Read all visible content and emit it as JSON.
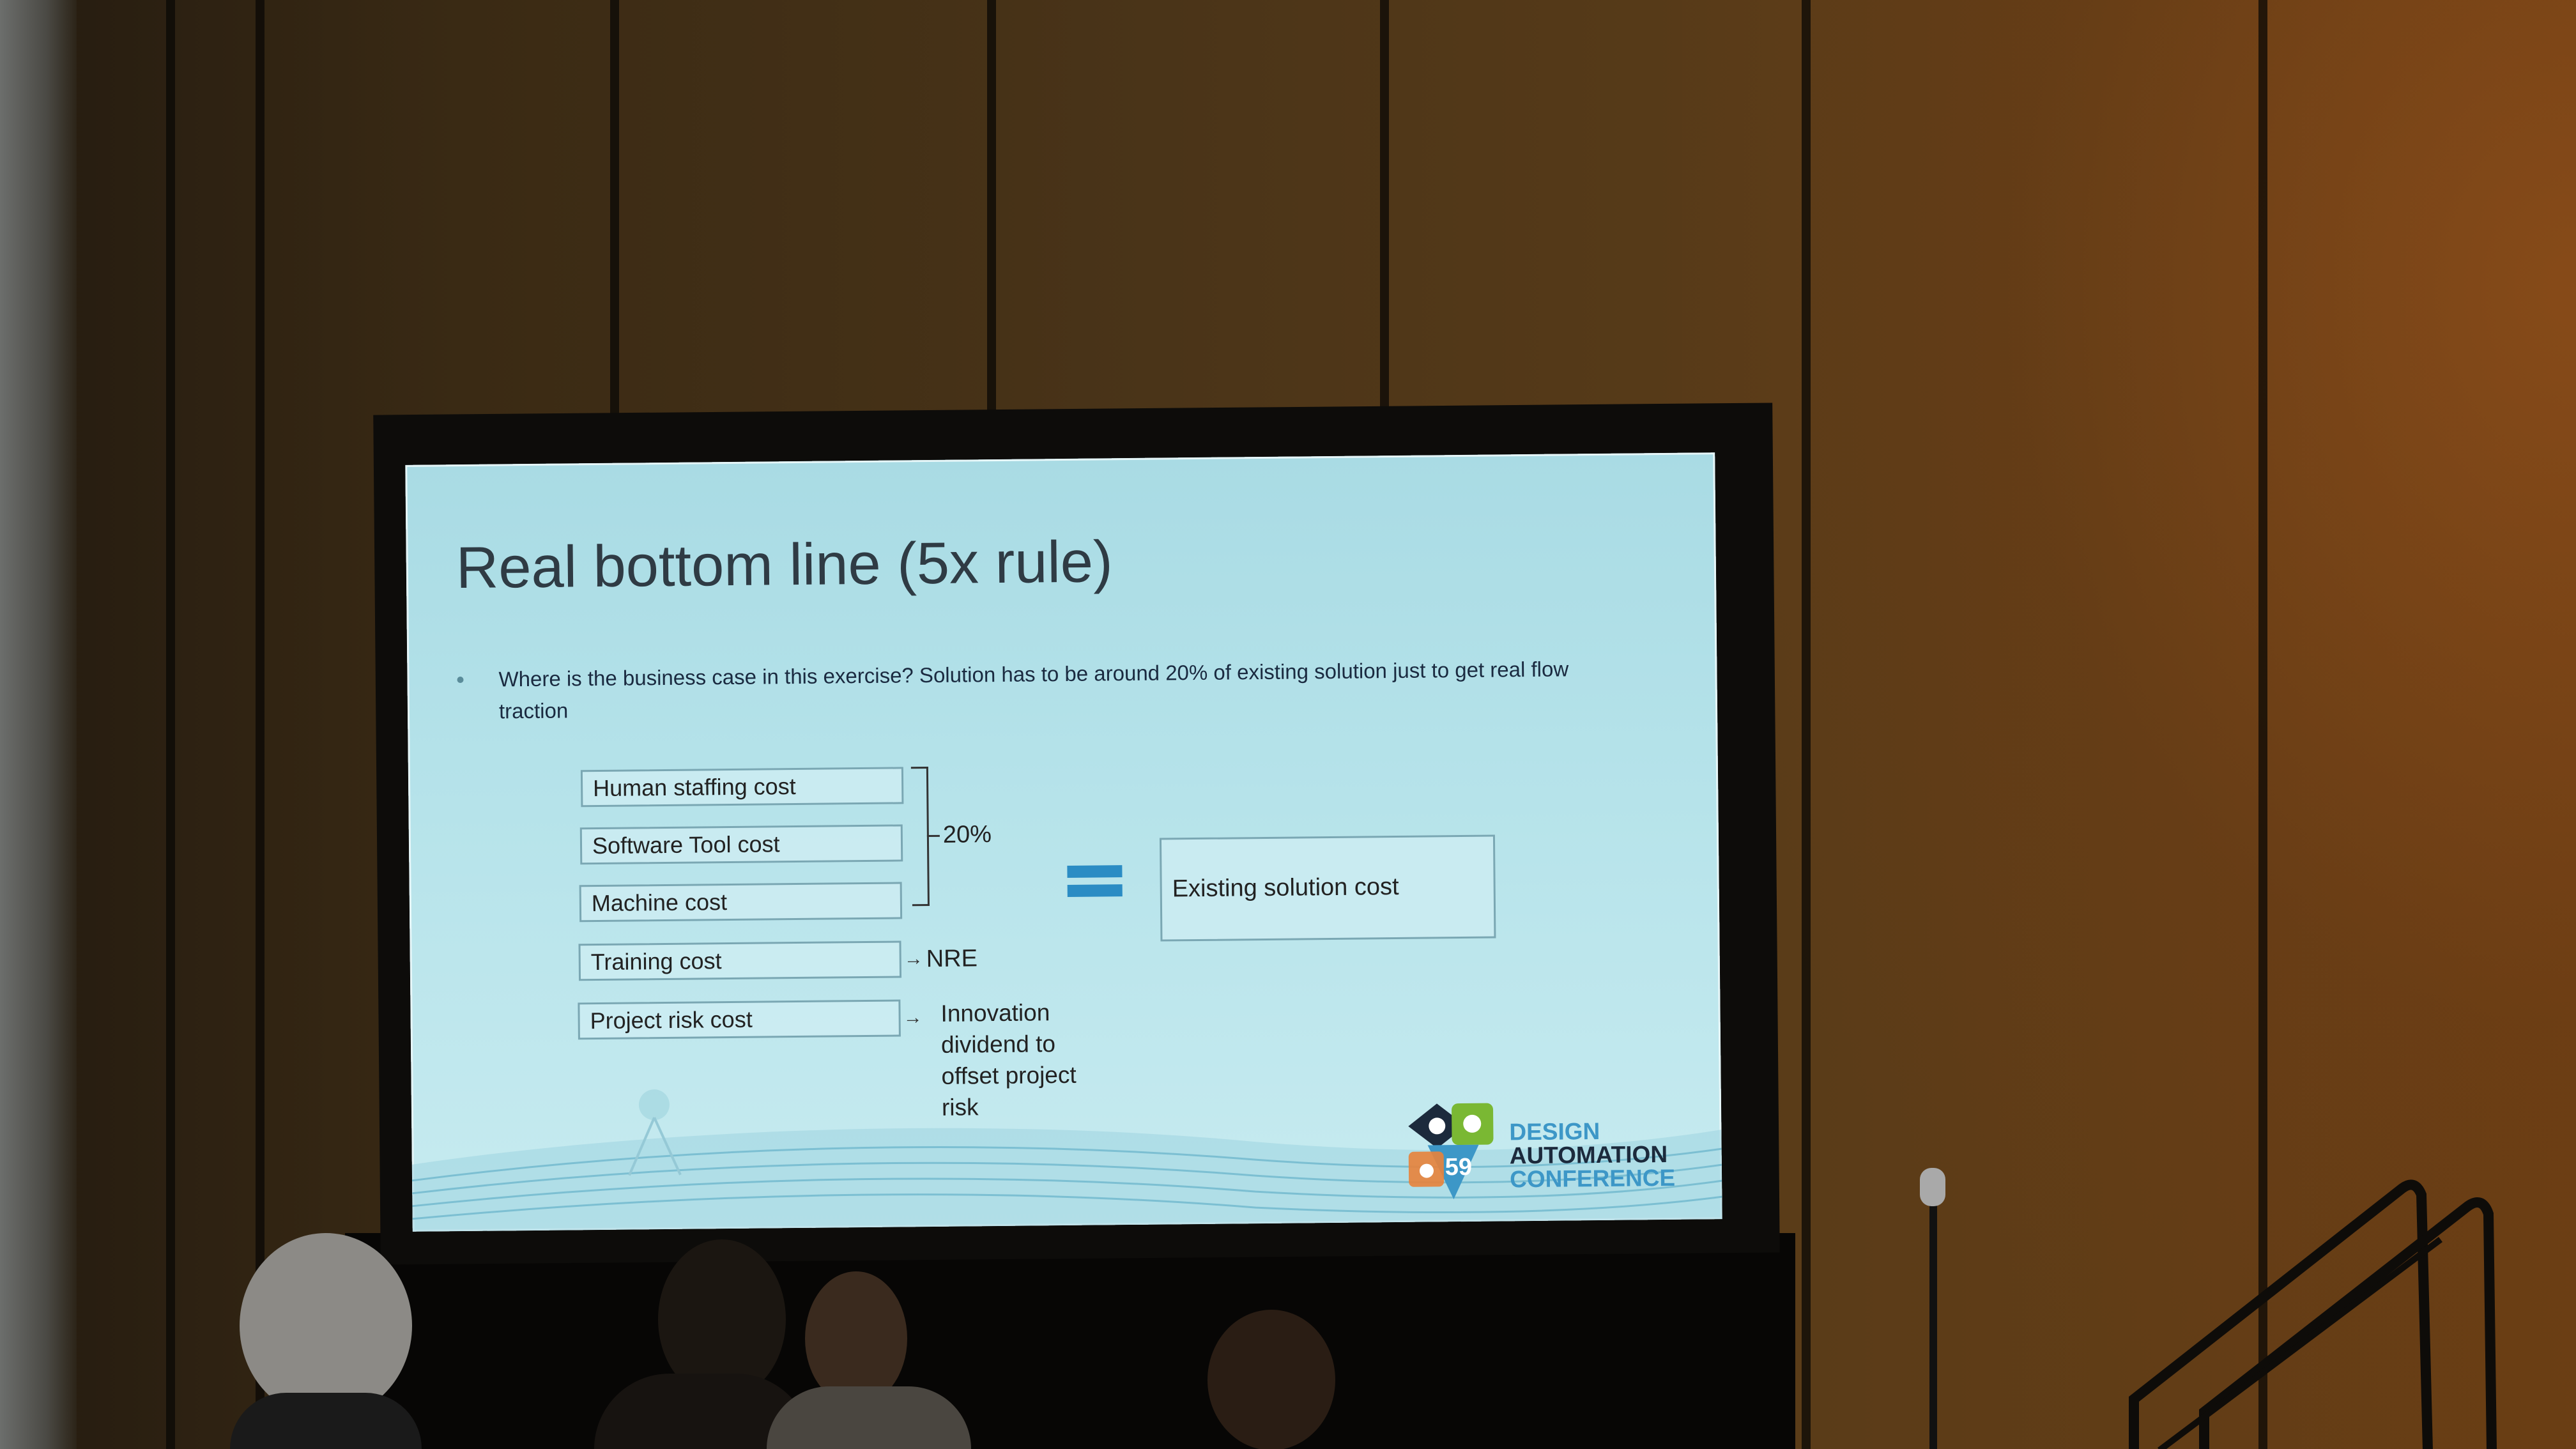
{
  "slide": {
    "title": "Real bottom line (5x rule)",
    "bullet": "Where is the business case in this exercise?  Solution has to be around 20% of existing solution just to get real flow traction",
    "cost_items": [
      "Human staffing cost",
      "Software Tool cost",
      "Machine cost",
      "Training cost",
      "Project risk cost"
    ],
    "bracket_label": "20%",
    "training_label": "NRE",
    "risk_label": "Innovation dividend to offset project risk",
    "existing_cost": "Existing solution cost",
    "logo": {
      "number": "59",
      "line1": "DESIGN",
      "line2": "AUTOMATION",
      "line3": "CONFERENCE"
    }
  },
  "colors": {
    "slide_background": "#b6e3ea",
    "title_text": "#2f3b44",
    "equals_sign": "#2b8cc4",
    "logo_blue": "#3d97c7",
    "logo_green": "#7ab833",
    "wall": "#4a3418"
  }
}
